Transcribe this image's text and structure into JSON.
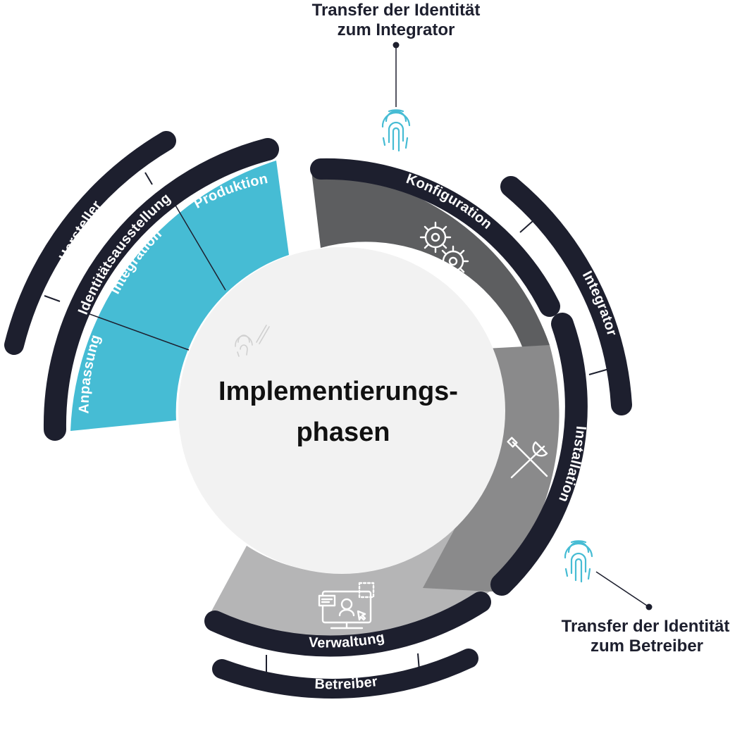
{
  "center": {
    "line1": "Implementierungs-",
    "line2": "phasen"
  },
  "phases": {
    "identity": "Identitätsausstellung",
    "configuration": "Konfiguration",
    "installation": "Installation",
    "administration": "Verwaltung"
  },
  "steps": {
    "production": "Produktion",
    "integration": "Integration",
    "adaptation": "Anpassung"
  },
  "roles": {
    "manufacturer": "Hersteller",
    "integrator": "Integrator",
    "operator": "Betreiber"
  },
  "callouts": {
    "top": {
      "line1": "Transfer der Identität",
      "line2": "zum Integrator"
    },
    "bottom": {
      "line1": "Transfer der Identität",
      "line2": "zum Betreiber"
    }
  },
  "icons": [
    "fingerprint-icon",
    "gears-icon",
    "tools-icon",
    "monitor-user-icon",
    "fingerprint-pen-icon"
  ],
  "colors": {
    "identity_segment": "#46bcd4",
    "configuration_segment": "#5d5e60",
    "installation_segment": "#8a8a8b",
    "administration_segment": "#b5b5b6",
    "dark_band": "#1d1f2e",
    "center_circle": "#f2f2f2",
    "accent_fingerprint": "#46bcd4"
  }
}
